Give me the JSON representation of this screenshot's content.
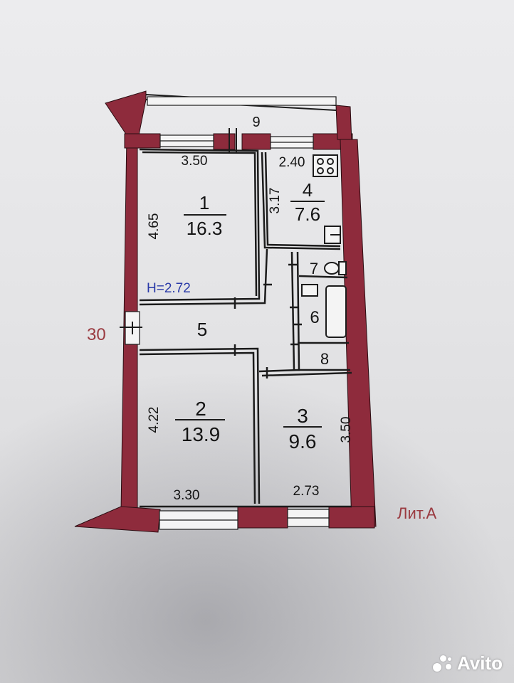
{
  "plan": {
    "balcony_number": "9",
    "label_30": "30",
    "height_label": "H=2.72",
    "lit_label": "Лит.А",
    "rooms": [
      {
        "id": "room-1",
        "number": "1",
        "area": "16.3"
      },
      {
        "id": "room-2",
        "number": "2",
        "area": "13.9"
      },
      {
        "id": "room-3",
        "number": "3",
        "area": "9.6"
      },
      {
        "id": "room-4",
        "number": "4",
        "area": "7.6"
      }
    ],
    "small_rooms": {
      "r5": "5",
      "r6": "6",
      "r7": "7",
      "r8": "8"
    },
    "dimensions": {
      "r1_width": "3.50",
      "r1_height": "4.65",
      "r4_width": "2.40",
      "r4_height": "3.17",
      "r2_height": "4.22",
      "r2_width": "3.30",
      "r3_width": "2.73",
      "r3_height": "3.50"
    },
    "colors": {
      "wall": "#8e2b3c",
      "line": "#1c1c1c",
      "text": "#141414",
      "accent_text": "#9a3a40",
      "blue_text": "#2a3aa8"
    }
  },
  "watermark": {
    "text": "Avito",
    "icon": "avito-dots-icon"
  }
}
